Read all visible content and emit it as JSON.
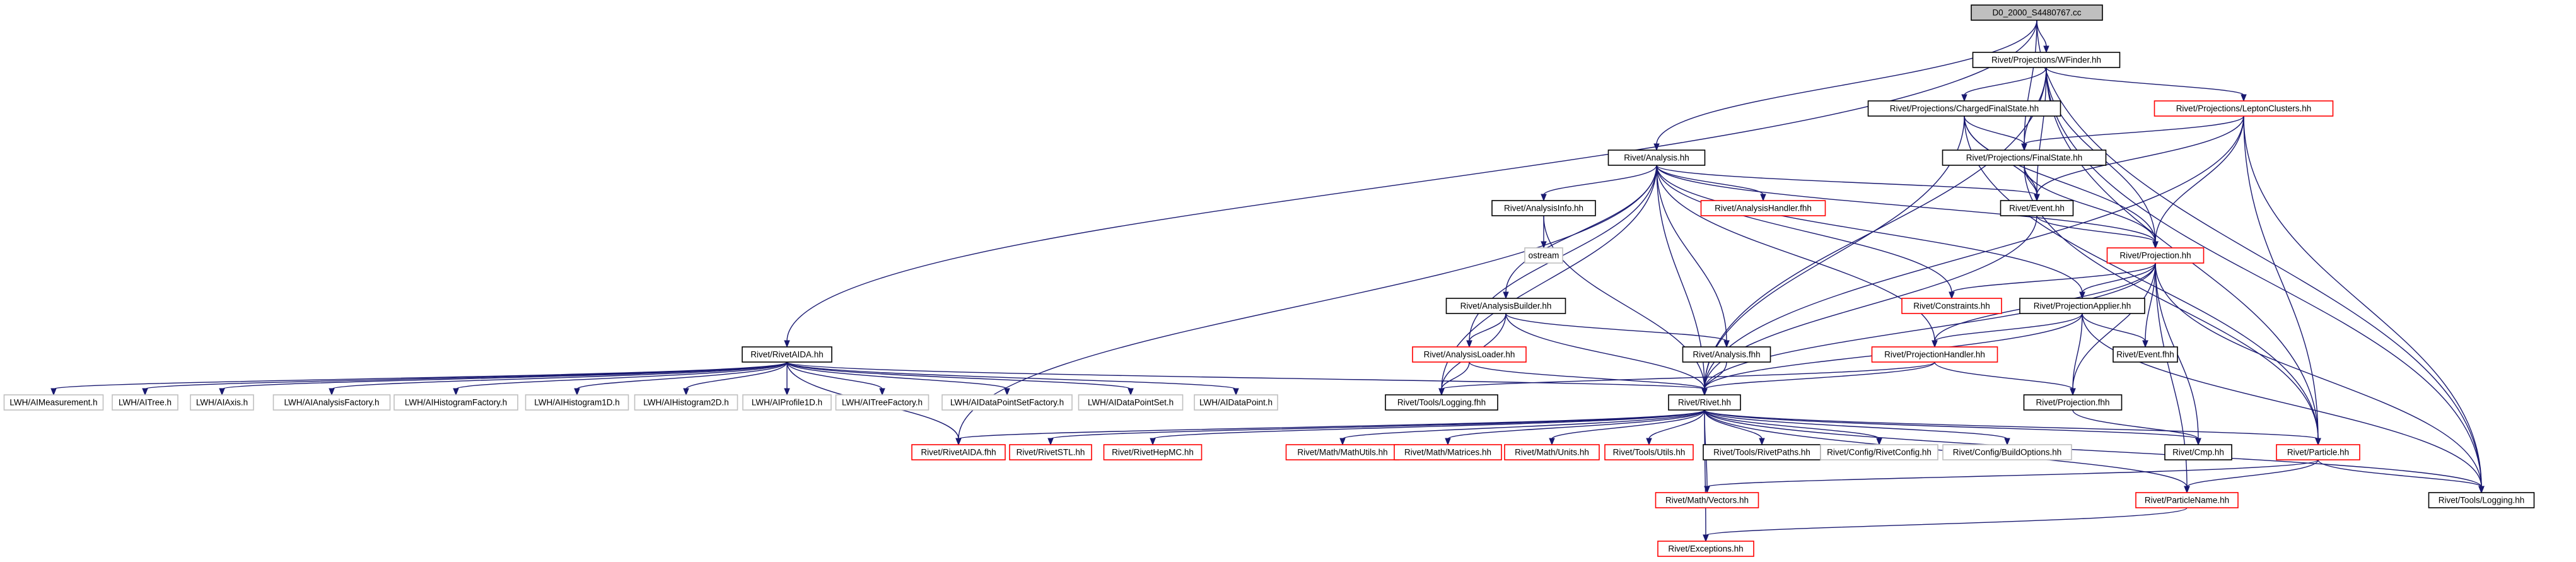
{
  "graph": {
    "colors": {
      "edge": "#191970",
      "root_fill": "#bfbfbf",
      "normal_border": "#000000",
      "undocumented_border": "#ff0000",
      "external_border": "#bfbfbf",
      "text": "#000000"
    },
    "nodes": [
      {
        "id": "root",
        "label": "D0_2000_S4480767.cc",
        "style": "root"
      },
      {
        "id": "wfinder",
        "label": "Rivet/Projections/WFinder.hh",
        "style": "normal"
      },
      {
        "id": "chargedfs",
        "label": "Rivet/Projections/ChargedFinalState.hh",
        "style": "normal"
      },
      {
        "id": "leptonclusters",
        "label": "Rivet/Projections/LeptonClusters.hh",
        "style": "red"
      },
      {
        "id": "analysis_hh",
        "label": "Rivet/Analysis.hh",
        "style": "normal"
      },
      {
        "id": "finalstate",
        "label": "Rivet/Projections/FinalState.hh",
        "style": "normal"
      },
      {
        "id": "analysisinfo",
        "label": "Rivet/AnalysisInfo.hh",
        "style": "normal"
      },
      {
        "id": "analysishandler",
        "label": "Rivet/AnalysisHandler.fhh",
        "style": "red"
      },
      {
        "id": "event_hh",
        "label": "Rivet/Event.hh",
        "style": "normal"
      },
      {
        "id": "ostream",
        "label": "ostream",
        "style": "gray"
      },
      {
        "id": "projection_hh",
        "label": "Rivet/Projection.hh",
        "style": "red"
      },
      {
        "id": "analysisbuilder",
        "label": "Rivet/AnalysisBuilder.hh",
        "style": "normal"
      },
      {
        "id": "constraints",
        "label": "Rivet/Constraints.hh",
        "style": "red"
      },
      {
        "id": "projapplier",
        "label": "Rivet/ProjectionApplier.hh",
        "style": "normal"
      },
      {
        "id": "rivetaida_hh",
        "label": "Rivet/RivetAIDA.hh",
        "style": "normal"
      },
      {
        "id": "analysisloader",
        "label": "Rivet/AnalysisLoader.hh",
        "style": "red"
      },
      {
        "id": "analysis_fhh",
        "label": "Rivet/Analysis.fhh",
        "style": "normal"
      },
      {
        "id": "projhandler",
        "label": "Rivet/ProjectionHandler.hh",
        "style": "red"
      },
      {
        "id": "event_fhh",
        "label": "Rivet/Event.fhh",
        "style": "normal"
      },
      {
        "id": "lwh_meas",
        "label": "LWH/AIMeasurement.h",
        "style": "gray"
      },
      {
        "id": "lwh_tree",
        "label": "LWH/AITree.h",
        "style": "gray"
      },
      {
        "id": "lwh_axis",
        "label": "LWH/AIAxis.h",
        "style": "gray"
      },
      {
        "id": "lwh_af",
        "label": "LWH/AIAnalysisFactory.h",
        "style": "gray"
      },
      {
        "id": "lwh_hf",
        "label": "LWH/AIHistogramFactory.h",
        "style": "gray"
      },
      {
        "id": "lwh_h1",
        "label": "LWH/AIHistogram1D.h",
        "style": "gray"
      },
      {
        "id": "lwh_h2",
        "label": "LWH/AIHistogram2D.h",
        "style": "gray"
      },
      {
        "id": "lwh_p1",
        "label": "LWH/AIProfile1D.h",
        "style": "gray"
      },
      {
        "id": "lwh_tf",
        "label": "LWH/AITreeFactory.h",
        "style": "gray"
      },
      {
        "id": "lwh_dpsf",
        "label": "LWH/AIDataPointSetFactory.h",
        "style": "gray"
      },
      {
        "id": "lwh_dps",
        "label": "LWH/AIDataPointSet.h",
        "style": "gray"
      },
      {
        "id": "lwh_dp",
        "label": "LWH/AIDataPoint.h",
        "style": "gray"
      },
      {
        "id": "toolslogging_fhh",
        "label": "Rivet/Tools/Logging.fhh",
        "style": "normal"
      },
      {
        "id": "rivet_hh",
        "label": "Rivet/Rivet.hh",
        "style": "normal"
      },
      {
        "id": "projection_fhh",
        "label": "Rivet/Projection.fhh",
        "style": "normal"
      },
      {
        "id": "rivetaida_fhh",
        "label": "Rivet/RivetAIDA.fhh",
        "style": "red"
      },
      {
        "id": "rivetstl",
        "label": "Rivet/RivetSTL.hh",
        "style": "red"
      },
      {
        "id": "rivethepmc",
        "label": "Rivet/RivetHepMC.hh",
        "style": "red"
      },
      {
        "id": "mathutils",
        "label": "Rivet/Math/MathUtils.hh",
        "style": "red"
      },
      {
        "id": "matrices",
        "label": "Rivet/Math/Matrices.hh",
        "style": "red"
      },
      {
        "id": "units",
        "label": "Rivet/Math/Units.hh",
        "style": "red"
      },
      {
        "id": "toolsutils",
        "label": "Rivet/Tools/Utils.hh",
        "style": "red"
      },
      {
        "id": "rivetpaths",
        "label": "Rivet/Tools/RivetPaths.hh",
        "style": "normal"
      },
      {
        "id": "rivetconfig",
        "label": "Rivet/Config/RivetConfig.hh",
        "style": "gray"
      },
      {
        "id": "buildoptions",
        "label": "Rivet/Config/BuildOptions.hh",
        "style": "gray"
      },
      {
        "id": "cmp",
        "label": "Rivet/Cmp.hh",
        "style": "normal"
      },
      {
        "id": "particle",
        "label": "Rivet/Particle.hh",
        "style": "red"
      },
      {
        "id": "toolslogging_hh",
        "label": "Rivet/Tools/Logging.hh",
        "style": "normal"
      },
      {
        "id": "mathvectors",
        "label": "Rivet/Math/Vectors.hh",
        "style": "red"
      },
      {
        "id": "particlename",
        "label": "Rivet/ParticleName.hh",
        "style": "red"
      },
      {
        "id": "exceptions",
        "label": "Rivet/Exceptions.hh",
        "style": "red"
      }
    ],
    "edges": [
      [
        "root",
        "wfinder"
      ],
      [
        "root",
        "analysis_hh"
      ],
      [
        "root",
        "rivetaida_hh"
      ],
      [
        "root",
        "finalstate"
      ],
      [
        "root",
        "toolslogging_hh"
      ],
      [
        "wfinder",
        "chargedfs"
      ],
      [
        "wfinder",
        "leptonclusters"
      ],
      [
        "wfinder",
        "finalstate"
      ],
      [
        "wfinder",
        "event_hh"
      ],
      [
        "wfinder",
        "projection_hh"
      ],
      [
        "wfinder",
        "rivet_hh"
      ],
      [
        "wfinder",
        "particle"
      ],
      [
        "wfinder",
        "toolslogging_hh"
      ],
      [
        "chargedfs",
        "finalstate"
      ],
      [
        "chargedfs",
        "event_hh"
      ],
      [
        "chargedfs",
        "projection_hh"
      ],
      [
        "chargedfs",
        "rivet_hh"
      ],
      [
        "chargedfs",
        "particle"
      ],
      [
        "leptonclusters",
        "finalstate"
      ],
      [
        "leptonclusters",
        "event_hh"
      ],
      [
        "leptonclusters",
        "projection_hh"
      ],
      [
        "leptonclusters",
        "rivet_hh"
      ],
      [
        "leptonclusters",
        "particle"
      ],
      [
        "leptonclusters",
        "toolslogging_hh"
      ],
      [
        "finalstate",
        "event_hh"
      ],
      [
        "finalstate",
        "projection_hh"
      ],
      [
        "finalstate",
        "particle"
      ],
      [
        "analysis_hh",
        "analysisinfo"
      ],
      [
        "analysis_hh",
        "analysishandler"
      ],
      [
        "analysis_hh",
        "event_hh"
      ],
      [
        "analysis_hh",
        "projection_hh"
      ],
      [
        "analysis_hh",
        "analysisbuilder"
      ],
      [
        "analysis_hh",
        "constraints"
      ],
      [
        "analysis_hh",
        "projapplier"
      ],
      [
        "analysis_hh",
        "analysisloader"
      ],
      [
        "analysis_hh",
        "analysis_fhh"
      ],
      [
        "analysis_hh",
        "projhandler"
      ],
      [
        "analysis_hh",
        "toolslogging_fhh"
      ],
      [
        "analysis_hh",
        "rivet_hh"
      ],
      [
        "analysis_hh",
        "rivetaida_fhh"
      ],
      [
        "analysisinfo",
        "ostream"
      ],
      [
        "analysisinfo",
        "rivet_hh"
      ],
      [
        "event_hh",
        "projection_hh"
      ],
      [
        "event_hh",
        "rivet_hh"
      ],
      [
        "projection_hh",
        "constraints"
      ],
      [
        "projection_hh",
        "projapplier"
      ],
      [
        "projection_hh",
        "projhandler"
      ],
      [
        "projection_hh",
        "event_fhh"
      ],
      [
        "projection_hh",
        "cmp"
      ],
      [
        "projection_hh",
        "rivet_hh"
      ],
      [
        "projection_hh",
        "particlename"
      ],
      [
        "projection_hh",
        "toolslogging_hh"
      ],
      [
        "projection_hh",
        "projection_fhh"
      ],
      [
        "analysisbuilder",
        "analysisloader"
      ],
      [
        "analysisbuilder",
        "analysis_fhh"
      ],
      [
        "analysisbuilder",
        "rivet_hh"
      ],
      [
        "analysisbuilder",
        "toolslogging_fhh"
      ],
      [
        "projapplier",
        "projhandler"
      ],
      [
        "projapplier",
        "event_fhh"
      ],
      [
        "projapplier",
        "rivet_hh"
      ],
      [
        "projapplier",
        "projection_fhh"
      ],
      [
        "projapplier",
        "toolslogging_hh"
      ],
      [
        "rivetaida_hh",
        "lwh_meas"
      ],
      [
        "rivetaida_hh",
        "lwh_tree"
      ],
      [
        "rivetaida_hh",
        "lwh_axis"
      ],
      [
        "rivetaida_hh",
        "lwh_af"
      ],
      [
        "rivetaida_hh",
        "lwh_hf"
      ],
      [
        "rivetaida_hh",
        "lwh_h1"
      ],
      [
        "rivetaida_hh",
        "lwh_h2"
      ],
      [
        "rivetaida_hh",
        "lwh_p1"
      ],
      [
        "rivetaida_hh",
        "lwh_tf"
      ],
      [
        "rivetaida_hh",
        "lwh_dpsf"
      ],
      [
        "rivetaida_hh",
        "lwh_dps"
      ],
      [
        "rivetaida_hh",
        "lwh_dp"
      ],
      [
        "rivetaida_hh",
        "rivet_hh"
      ],
      [
        "rivetaida_hh",
        "rivetaida_fhh"
      ],
      [
        "analysisloader",
        "rivet_hh"
      ],
      [
        "analysisloader",
        "toolslogging_fhh"
      ],
      [
        "analysis_fhh",
        "rivet_hh"
      ],
      [
        "projhandler",
        "rivet_hh"
      ],
      [
        "projhandler",
        "projection_fhh"
      ],
      [
        "projhandler",
        "toolslogging_fhh"
      ],
      [
        "projection_fhh",
        "cmp"
      ],
      [
        "rivet_hh",
        "rivetaida_fhh"
      ],
      [
        "rivet_hh",
        "rivetstl"
      ],
      [
        "rivet_hh",
        "rivethepmc"
      ],
      [
        "rivet_hh",
        "mathutils"
      ],
      [
        "rivet_hh",
        "matrices"
      ],
      [
        "rivet_hh",
        "units"
      ],
      [
        "rivet_hh",
        "toolsutils"
      ],
      [
        "rivet_hh",
        "rivetpaths"
      ],
      [
        "rivet_hh",
        "rivetconfig"
      ],
      [
        "rivet_hh",
        "buildoptions"
      ],
      [
        "rivet_hh",
        "cmp"
      ],
      [
        "rivet_hh",
        "particle"
      ],
      [
        "rivet_hh",
        "toolslogging_hh"
      ],
      [
        "rivet_hh",
        "mathvectors"
      ],
      [
        "rivet_hh",
        "particlename"
      ],
      [
        "rivet_hh",
        "exceptions"
      ],
      [
        "particle",
        "toolslogging_hh"
      ],
      [
        "particle",
        "mathvectors"
      ],
      [
        "particle",
        "particlename"
      ],
      [
        "particlename",
        "exceptions"
      ]
    ]
  }
}
